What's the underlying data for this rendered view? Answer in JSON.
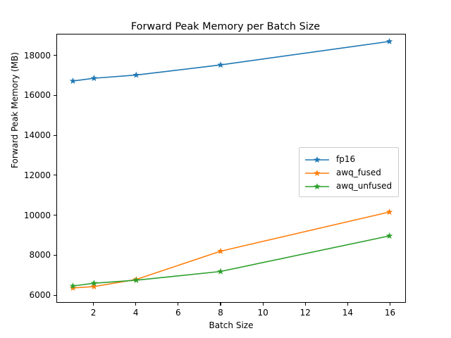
{
  "chart_data": {
    "type": "line",
    "title": "Forward Peak Memory per Batch Size",
    "xlabel": "Batch Size",
    "ylabel": "Forward Peak Memory (MB)",
    "x": [
      1,
      2,
      4,
      8,
      16
    ],
    "xlim": [
      0.25,
      16.75
    ],
    "ylim": [
      5620,
      19080
    ],
    "xticks": [
      2,
      4,
      6,
      8,
      10,
      12,
      14,
      16
    ],
    "xtick_labels": [
      "2",
      "4",
      "6",
      "8",
      "10",
      "12",
      "14",
      "16"
    ],
    "yticks": [
      6000,
      8000,
      10000,
      12000,
      14000,
      16000,
      18000
    ],
    "ytick_labels": [
      "6000",
      "8000",
      "10000",
      "12000",
      "14000",
      "16000",
      "18000"
    ],
    "grid": false,
    "legend_position": "center right",
    "marker": "star",
    "series": [
      {
        "name": "fp16",
        "color": "#1f77b4",
        "values": [
          16740,
          16880,
          17040,
          17550,
          18730
        ]
      },
      {
        "name": "awq_fused",
        "color": "#ff7f0e",
        "values": [
          6330,
          6400,
          6760,
          8180,
          10150
        ]
      },
      {
        "name": "awq_unfused",
        "color": "#2ca02c",
        "values": [
          6430,
          6570,
          6720,
          7160,
          8950
        ]
      }
    ]
  }
}
